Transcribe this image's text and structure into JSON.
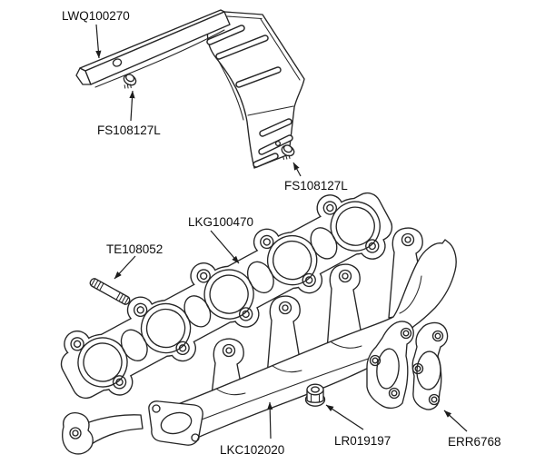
{
  "diagram": {
    "type": "exploded-parts-diagram",
    "subject": "exhaust manifold with heat shield",
    "colors": {
      "background": "#ffffff",
      "line": "#262626",
      "text": "#0d0d0d"
    },
    "parts": [
      {
        "number": "LWQ100270",
        "name": "heat shield"
      },
      {
        "number": "FS108127L",
        "name": "heat shield screw upper"
      },
      {
        "number": "FS108127L",
        "name": "heat shield screw lower"
      },
      {
        "number": "LKG100470",
        "name": "manifold gasket"
      },
      {
        "number": "TE108052",
        "name": "stud"
      },
      {
        "number": "LKC102020",
        "name": "exhaust manifold"
      },
      {
        "number": "LR019197",
        "name": "flanged nut"
      },
      {
        "number": "ERR6768",
        "name": "outlet flange gasket"
      }
    ]
  }
}
